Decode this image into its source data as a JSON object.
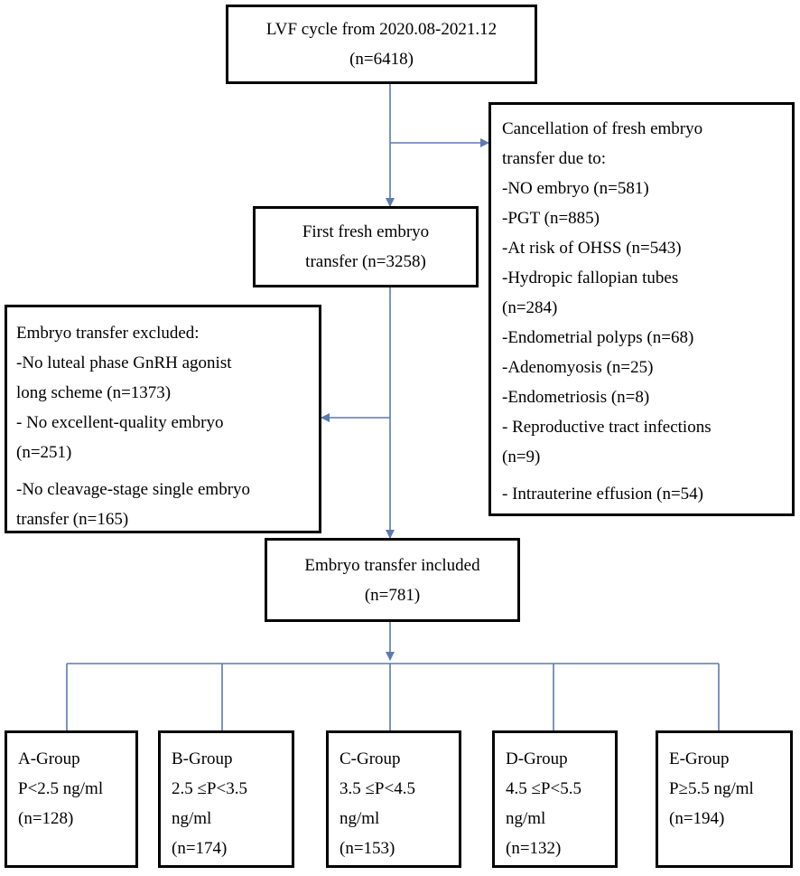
{
  "start": {
    "line1": "LVF cycle from 2020.08-2021.12",
    "line2": "(n=6418)"
  },
  "cancellation": {
    "title1": "Cancellation of fresh embryo",
    "title2": "transfer due to:",
    "items": [
      "-NO embryo (n=581)",
      "-PGT (n=885)",
      "-At risk of OHSS (n=543)",
      "-Hydropic fallopian tubes",
      "(n=284)",
      "-Endometrial polyps (n=68)",
      "-Adenomyosis (n=25)",
      "-Endometriosis (n=8)",
      "- Reproductive tract infections",
      "(n=9)",
      "- Intrauterine effusion (n=54)"
    ]
  },
  "first_transfer": {
    "line1": "First fresh embryo",
    "line2": "transfer (n=3258)"
  },
  "excluded": {
    "title": "Embryo transfer excluded:",
    "lines": [
      "-No luteal phase GnRH agonist",
      "long scheme (n=1373)",
      "- No excellent-quality embryo",
      "(n=251)",
      "-No cleavage-stage single embryo",
      "transfer (n=165)"
    ]
  },
  "included": {
    "line1": "Embryo transfer included",
    "line2": "(n=781)"
  },
  "groups": [
    {
      "name": "A-Group",
      "range": "P<2.5 ng/ml",
      "range2": "",
      "n": "(n=128)"
    },
    {
      "name": "B-Group",
      "range": "2.5 ≤P<3.5",
      "range2": "ng/ml",
      "n": "(n=174)"
    },
    {
      "name": "C-Group",
      "range": "3.5 ≤P<4.5",
      "range2": "ng/ml",
      "n": "(n=153)"
    },
    {
      "name": "D-Group",
      "range": "4.5 ≤P<5.5",
      "range2": "ng/ml",
      "n": "(n=132)"
    },
    {
      "name": "E-Group",
      "range": "P≥5.5 ng/ml",
      "range2": "",
      "n": "(n=194)"
    }
  ],
  "colors": {
    "connector": "#5b7ab0",
    "border": "#000000"
  }
}
